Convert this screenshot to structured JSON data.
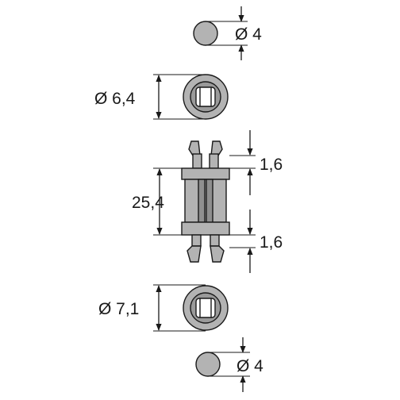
{
  "dimensions": {
    "top_pin_diameter": "Ø 4",
    "top_head_diameter": "Ø 6,4",
    "top_shoulder_thickness": "1,6",
    "body_length": "25,4",
    "bottom_shoulder_thickness": "1,6",
    "bottom_head_diameter": "Ø 7,1",
    "bottom_pin_diameter": "Ø 4"
  },
  "colors": {
    "part_fill": "#b3b3b3",
    "part_shade": "#8f8f8f",
    "line": "#1a1a1a"
  }
}
